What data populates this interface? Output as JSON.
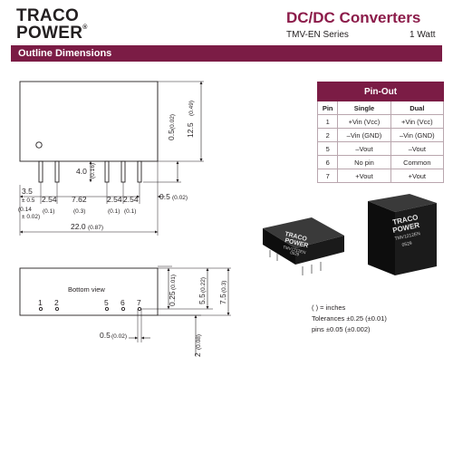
{
  "brand": {
    "line1": "TRACO",
    "line2": "POWER",
    "registered": "®"
  },
  "header": {
    "title": "DC/DC Converters",
    "series": "TMV-EN Series",
    "power": "1 Watt"
  },
  "section": {
    "title": "Outline Dimensions"
  },
  "side_view": {
    "pitch_dims": [
      {
        "value": "3.5",
        "sub": "± 0.5",
        "inch": "(0.14",
        "inch_sub": "± 0.02)"
      },
      {
        "value": "2.54",
        "inch": "(0.1)"
      },
      {
        "value": "7.62",
        "inch": "(0.3)"
      },
      {
        "value": "2.54",
        "inch": "(0.1)"
      },
      {
        "value": "2.54",
        "inch": "(0.1)"
      }
    ],
    "pin_length": {
      "value": "4.0",
      "inch": "(0.16)"
    },
    "height": {
      "value": "12.5",
      "inch": "(0.49)"
    },
    "top_offset": {
      "value": "0.5",
      "inch": "(0.02)"
    },
    "pin_offset": {
      "value": "0.5",
      "inch": "(0.02)"
    },
    "length": {
      "value": "22.0",
      "inch": "(0.87)"
    }
  },
  "bottom_view": {
    "label": "Bottom view",
    "pin_labels": [
      "1",
      "2",
      "5",
      "6",
      "7"
    ],
    "dims": [
      {
        "value": "0.25",
        "inch": "(0.01)"
      },
      {
        "value": "5.5",
        "inch": "(0.22)"
      },
      {
        "value": "7.5",
        "inch": "(0.3)"
      },
      {
        "value": "2",
        "inch": "(0.08)"
      },
      {
        "value": "0.5",
        "inch": "(0.02)"
      }
    ]
  },
  "pinout": {
    "title": "Pin-Out",
    "headers": [
      "Pin",
      "Single",
      "Dual"
    ],
    "rows": [
      [
        "1",
        "+Vin (Vcc)",
        "+Vin (Vcc)"
      ],
      [
        "2",
        "–Vin (GND)",
        "–Vin (GND)"
      ],
      [
        "5",
        "–Vout",
        "–Vout"
      ],
      [
        "6",
        "No pin",
        "Common"
      ],
      [
        "7",
        "+Vout",
        "+Vout"
      ]
    ]
  },
  "notes": {
    "inches": "( ) = inches",
    "tolerances": "Tolerances  ±0.25 (±0.01)",
    "pins": "pins ±0.05 (±0.002)"
  },
  "photos": {
    "small_logo1": "TRACO",
    "small_logo2": "POWER",
    "small_model": "TMV1212EN",
    "small_code": "0529",
    "large_logo1": "TRACO",
    "large_logo2": "POWER",
    "large_model": "TMV1212EN",
    "large_code": "0529"
  },
  "colors": {
    "accent": "#7b1c45",
    "title": "#8c1c4a"
  }
}
